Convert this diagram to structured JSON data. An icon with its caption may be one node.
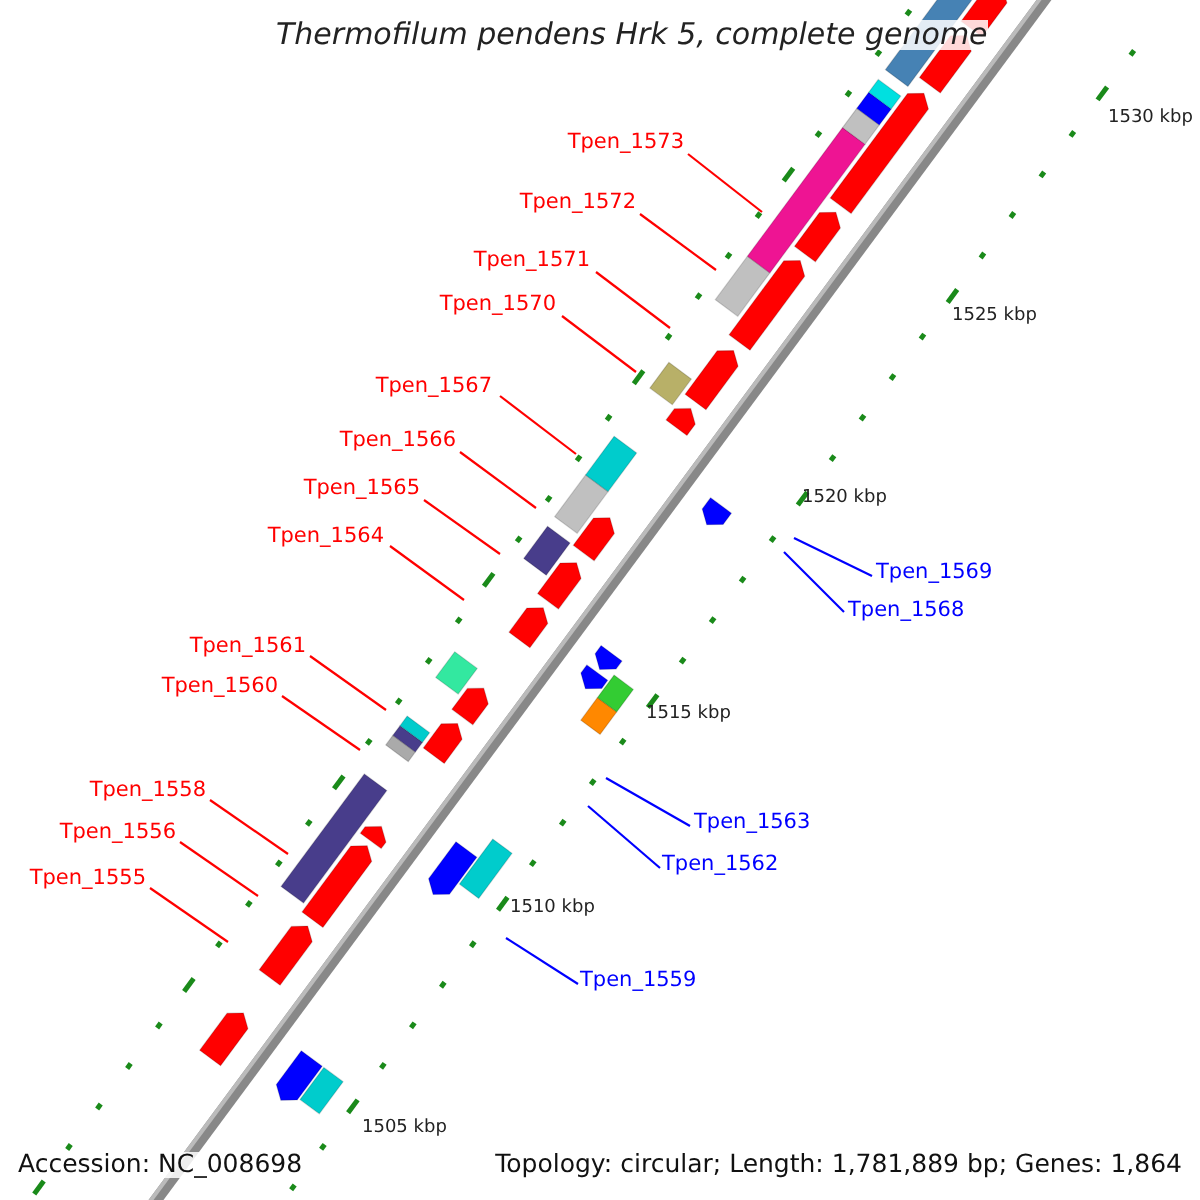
{
  "diagram": {
    "title": "Thermofilum pendens Hrk 5, complete genome",
    "nodes": [
      {
        "text": [
          "Tpen_1573"
        ]
      },
      {
        "text": [
          "Tpen_1572"
        ]
      },
      {
        "text": [
          "Tpen_1571"
        ]
      },
      {
        "text": [
          "Tpen_1570"
        ]
      },
      {
        "text": [
          "Tpen_1567"
        ]
      },
      {
        "text": [
          "Tpen_1566"
        ]
      },
      {
        "text": [
          "Tpen_1565"
        ]
      },
      {
        "text": [
          "Tpen_1564"
        ]
      },
      {
        "text": [
          "Tpen_1569"
        ]
      },
      {
        "text": [
          "Tpen_1568"
        ]
      },
      {
        "text": [
          "Tpen_1561"
        ]
      },
      {
        "text": [
          "Tpen_1560"
        ]
      },
      {
        "text": [
          "Tpen_1558"
        ]
      },
      {
        "text": [
          "Tpen_1563"
        ]
      },
      {
        "text": [
          "Tpen_1556"
        ]
      },
      {
        "text": [
          "Tpen_1562"
        ]
      },
      {
        "text": [
          "Tpen_1555"
        ]
      },
      {
        "text": [
          "Tpen_1559"
        ]
      }
    ],
    "edges": [
      {
        "from": 0,
        "to": null,
        "arrow": "none"
      },
      {
        "from": 1,
        "to": null,
        "arrow": "none"
      },
      {
        "from": 2,
        "to": null,
        "arrow": "none"
      },
      {
        "from": 3,
        "to": null,
        "arrow": "none"
      },
      {
        "from": 4,
        "to": null,
        "arrow": "none"
      },
      {
        "from": 5,
        "to": null,
        "arrow": "none"
      },
      {
        "from": 6,
        "to": null,
        "arrow": "none"
      },
      {
        "from": 7,
        "to": null,
        "arrow": "none"
      },
      {
        "from": 8,
        "to": null,
        "arrow": "none",
        "color": "#0000ff"
      },
      {
        "from": 9,
        "to": null,
        "arrow": "none",
        "color": "#0000ff"
      },
      {
        "from": 10,
        "to": null,
        "arrow": "none"
      },
      {
        "from": 11,
        "to": null,
        "arrow": "none"
      },
      {
        "from": 12,
        "to": null,
        "arrow": "none"
      },
      {
        "from": 13,
        "to": null,
        "arrow": "none",
        "color": "#0000ff"
      },
      {
        "from": 14,
        "to": null,
        "arrow": "none"
      },
      {
        "from": 15,
        "to": null,
        "arrow": "none",
        "color": "#0000ff"
      },
      {
        "from": 16,
        "to": null,
        "arrow": "none"
      },
      {
        "from": 17,
        "to": null,
        "arrow": "none",
        "color": "#0000ff"
      }
    ],
    "labels": [
      "1530 kbp",
      "1525 kbp",
      "1520 kbp",
      "1515 kbp",
      "1510 kbp",
      "1505 kbp",
      "Accession: NC_008698",
      "Topology: circular; Length: 1,781,889 bp; Genes: 1,864"
    ]
  }
}
